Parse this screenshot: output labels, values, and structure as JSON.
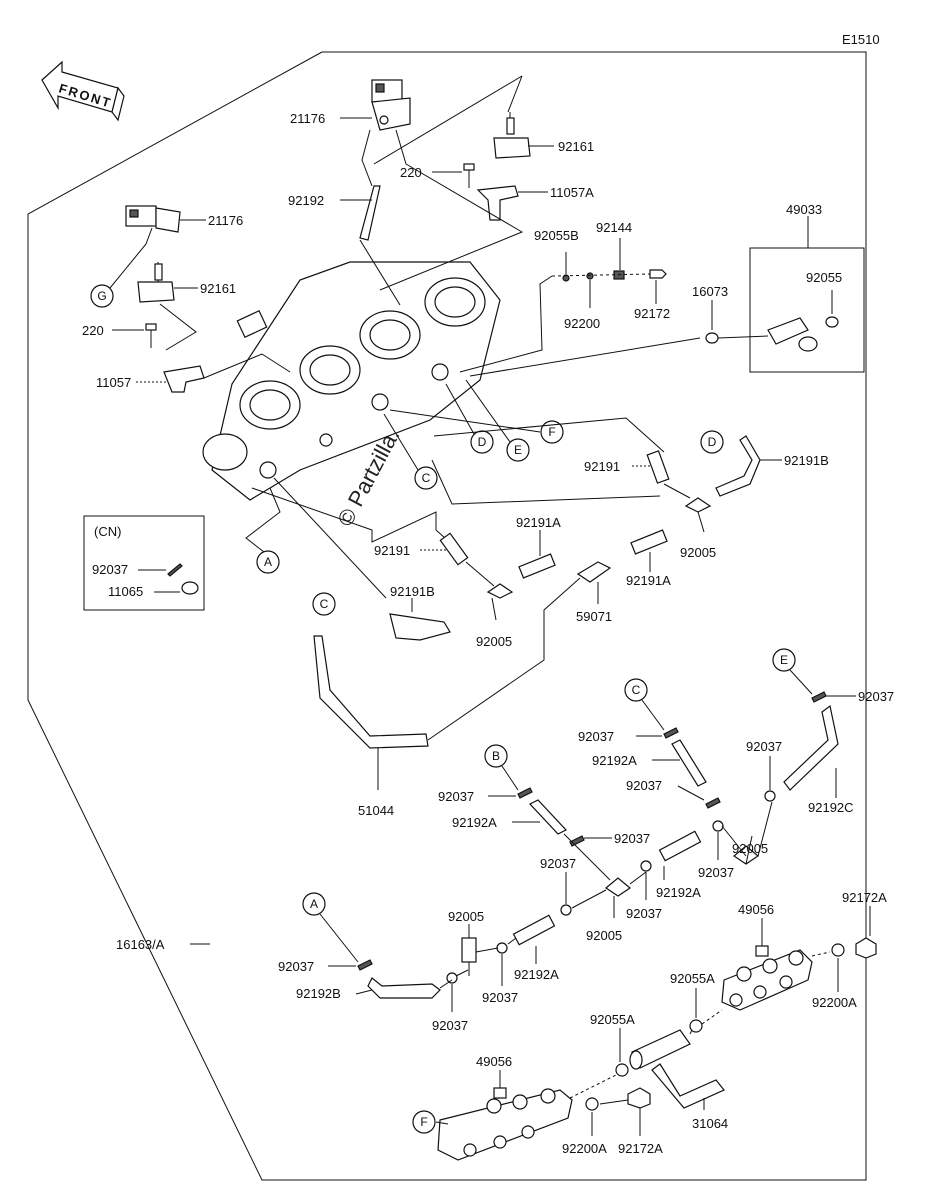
{
  "figure_code": "E1510",
  "front_label": "FRONT",
  "watermark": "© Partzilla.com",
  "cn_box": {
    "title": "(CN)",
    "items": [
      "92037",
      "11065"
    ]
  },
  "callouts": {
    "A1": "A",
    "A2": "A",
    "B1": "B",
    "C1": "C",
    "C2": "C",
    "C3": "C",
    "D1": "D",
    "D2": "D",
    "E1": "E",
    "E2": "E",
    "F1": "F",
    "F2": "F",
    "G1": "G"
  },
  "labels": {
    "p21176_top": "21176",
    "p92161_top": "92161",
    "p92192_top": "92192",
    "p220_top": "220",
    "p11057A": "11057A",
    "p21176_left": "21176",
    "p92161_left": "92161",
    "p220_left": "220",
    "p11057": "11057",
    "p49033": "49033",
    "p92055B": "92055B",
    "p92144": "92144",
    "p92200": "92200",
    "p92172": "92172",
    "p16073": "16073",
    "p92055": "92055",
    "p92191_right": "92191",
    "p92191B_right": "92191B",
    "p92005_right": "92005",
    "p92191_left": "92191",
    "p92191A_left": "92191A",
    "p92191A_right": "92191A",
    "p59071": "59071",
    "p92191B_left": "92191B",
    "p92005_left": "92005",
    "p51044": "51044",
    "p92037_E": "92037",
    "p92037_C": "92037",
    "p92192A_C": "92192A",
    "p92037_C2": "92037",
    "p92037_r1": "92037",
    "p92192C": "92192C",
    "p92005_r": "92005",
    "p92037_r2": "92037",
    "p92037_B": "92037",
    "p92192A_B": "92192A",
    "p92037_B2": "92037",
    "p92037_m1": "92037",
    "p92192A_m": "92192A",
    "p92037_m2": "92037",
    "p92005_m": "92005",
    "p92005_l": "92005",
    "p92192A_l": "92192A",
    "p92037_l1": "92037",
    "p92037_l2": "92037",
    "p92037_A": "92037",
    "p92192B_A": "92192B",
    "p16163A": "16163/A",
    "p49056_r": "49056",
    "p92172A_r": "92172A",
    "p92055A_r": "92055A",
    "p92200A_r": "92200A",
    "p92055A_l": "92055A",
    "p49056_l": "49056",
    "p92200A_l": "92200A",
    "p92172A_l": "92172A",
    "p31064": "31064"
  }
}
